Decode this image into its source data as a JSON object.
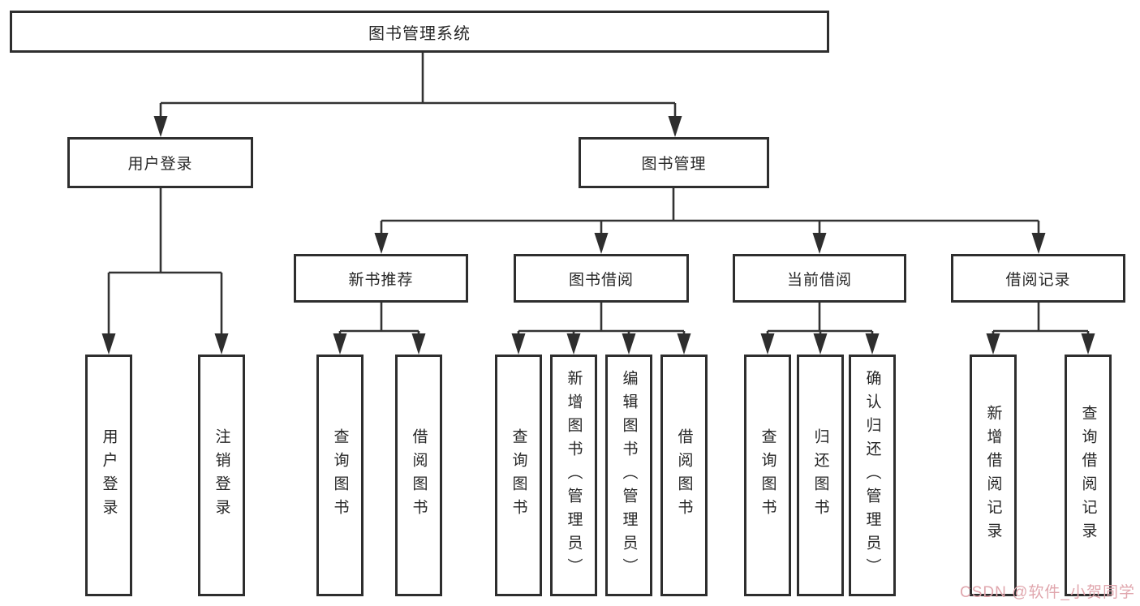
{
  "diagram": {
    "root": {
      "label": "图书管理系统"
    },
    "branches": [
      {
        "label": "用户登录",
        "children": [
          {
            "label": "用户登录"
          },
          {
            "label": "注销登录"
          }
        ]
      },
      {
        "label": "图书管理",
        "children": [
          {
            "label": "新书推荐",
            "children": [
              {
                "label": "查询图书"
              },
              {
                "label": "借阅图书"
              }
            ]
          },
          {
            "label": "图书借阅",
            "children": [
              {
                "label": "查询图书"
              },
              {
                "label": "新增图书（管理员）"
              },
              {
                "label": "编辑图书（管理员）"
              },
              {
                "label": "借阅图书"
              }
            ]
          },
          {
            "label": "当前借阅",
            "children": [
              {
                "label": "查询图书"
              },
              {
                "label": "归还图书"
              },
              {
                "label": "确认归还（管理员）"
              }
            ]
          },
          {
            "label": "借阅记录",
            "children": [
              {
                "label": "新增借阅记录"
              },
              {
                "label": "查询借阅记录"
              }
            ]
          }
        ]
      }
    ]
  },
  "watermark": {
    "text": "CSDN @软件_小贺同学",
    "color": "#e0a6ad"
  },
  "colors": {
    "line": "#333333",
    "box_border": "#2e2e2e",
    "text": "#262626",
    "background": "#ffffff"
  }
}
